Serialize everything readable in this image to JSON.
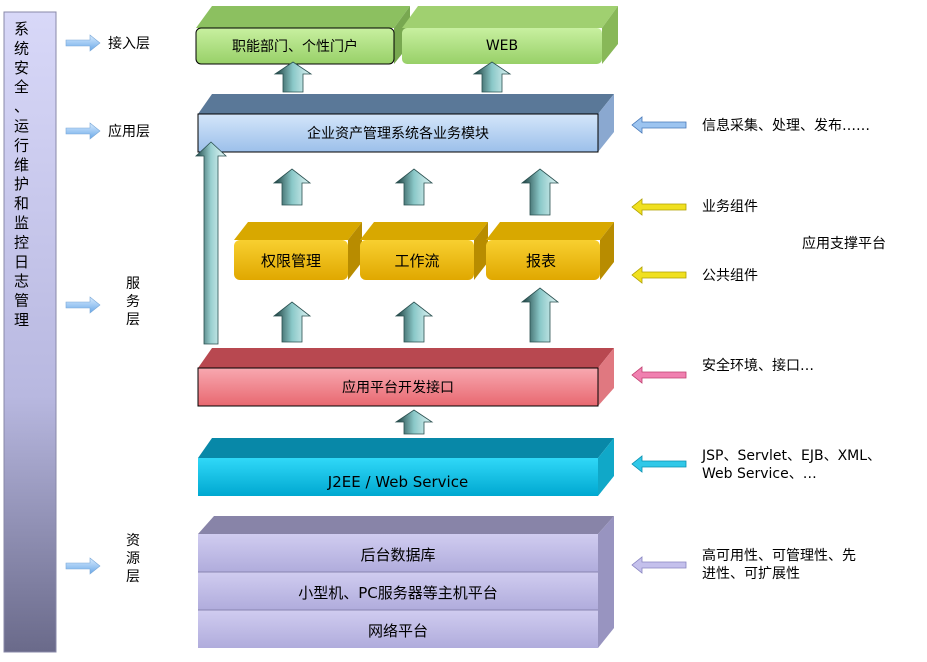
{
  "sidebar": {
    "text": "系统安全、运行维护和监控日志管理"
  },
  "layers": {
    "access": "接入层",
    "application": "应用层",
    "service": "服务层",
    "resource": "资源层"
  },
  "boxes": {
    "portal": "职能部门、个性门户",
    "web": "WEB",
    "business_modules": "企业资产管理系统各业务模块",
    "auth": "权限管理",
    "workflow": "工作流",
    "report": "报表",
    "platform_api": "应用平台开发接口",
    "j2ee": "J2EE / Web Service",
    "database": "后台数据库",
    "servers": "小型机、PC服务器等主机平台",
    "network": "网络平台"
  },
  "notes": {
    "info": "信息采集、处理、发布……",
    "biz_component": "业务组件",
    "platform": "应用支撑平台",
    "common_component": "公共组件",
    "security": "安全环境、接口…",
    "tech_line1": "JSP、Servlet、EJB、XML、",
    "tech_line2": "Web Service、…",
    "quality_line1": "高可用性、可管理性、先",
    "quality_line2": "进性、可扩展性"
  },
  "colors": {
    "green": "#a8d878",
    "blue": "#bcd4f0",
    "yellow": "#f0c010",
    "red": "#f08890",
    "cyan": "#10c8e8",
    "purple": "#c0bce8",
    "sidebar": "#c8c8f0"
  }
}
